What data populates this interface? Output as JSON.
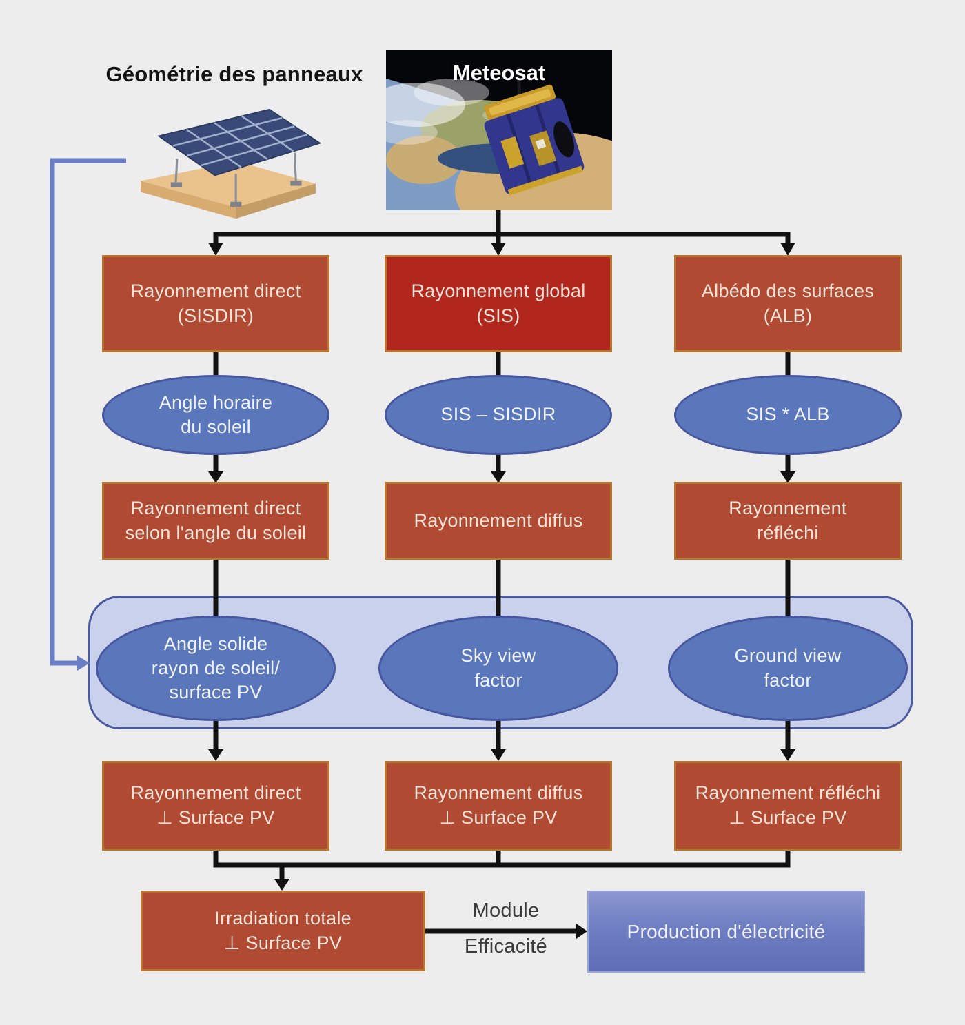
{
  "colors": {
    "background": "#ededee",
    "box_fill": "#b04a32",
    "box_fill_bright": "#b1271d",
    "box_border": "#b5762f",
    "box_text": "#f3e3d8",
    "ellipse_fill": "#5b77bb",
    "ellipse_border": "#47569e",
    "group_panel_fill": "#c9d1ec",
    "group_panel_border": "#4a5a9e",
    "result_box_fill": "#7281c4",
    "connector_black": "#111111",
    "connector_blue": "#6b7ec5"
  },
  "header": {
    "geometry_title": "Géométrie des panneaux",
    "satellite_title": "Meteosat"
  },
  "row1": [
    {
      "label": "Rayonnement direct\n(SISDIR)"
    },
    {
      "label": "Rayonnement global\n(SIS)"
    },
    {
      "label": "Albédo des surfaces\n(ALB)"
    }
  ],
  "operators1": [
    {
      "label": "Angle horaire\ndu soleil"
    },
    {
      "label": "SIS – SISDIR"
    },
    {
      "label": "SIS * ALB"
    }
  ],
  "row2": [
    {
      "label": "Rayonnement direct\nselon l'angle du soleil"
    },
    {
      "label": "Rayonnement diffus"
    },
    {
      "label": "Rayonnement\nréfléchi"
    }
  ],
  "operators2": [
    {
      "label": "Angle solide\nrayon de soleil/\nsurface PV"
    },
    {
      "label": "Sky view\nfactor"
    },
    {
      "label": "Ground view\nfactor"
    }
  ],
  "row3": [
    {
      "label": "Rayonnement direct\n⊥  Surface PV"
    },
    {
      "label": "Rayonnement diffus\n⊥  Surface PV"
    },
    {
      "label": "Rayonnement réfléchi\n⊥  Surface PV"
    }
  ],
  "bottom": {
    "total_label": "Irradiation totale\n⊥ Surface PV",
    "arrow_label_top": "Module",
    "arrow_label_bottom": "Efficacité",
    "result_label": "Production d'électricité"
  }
}
